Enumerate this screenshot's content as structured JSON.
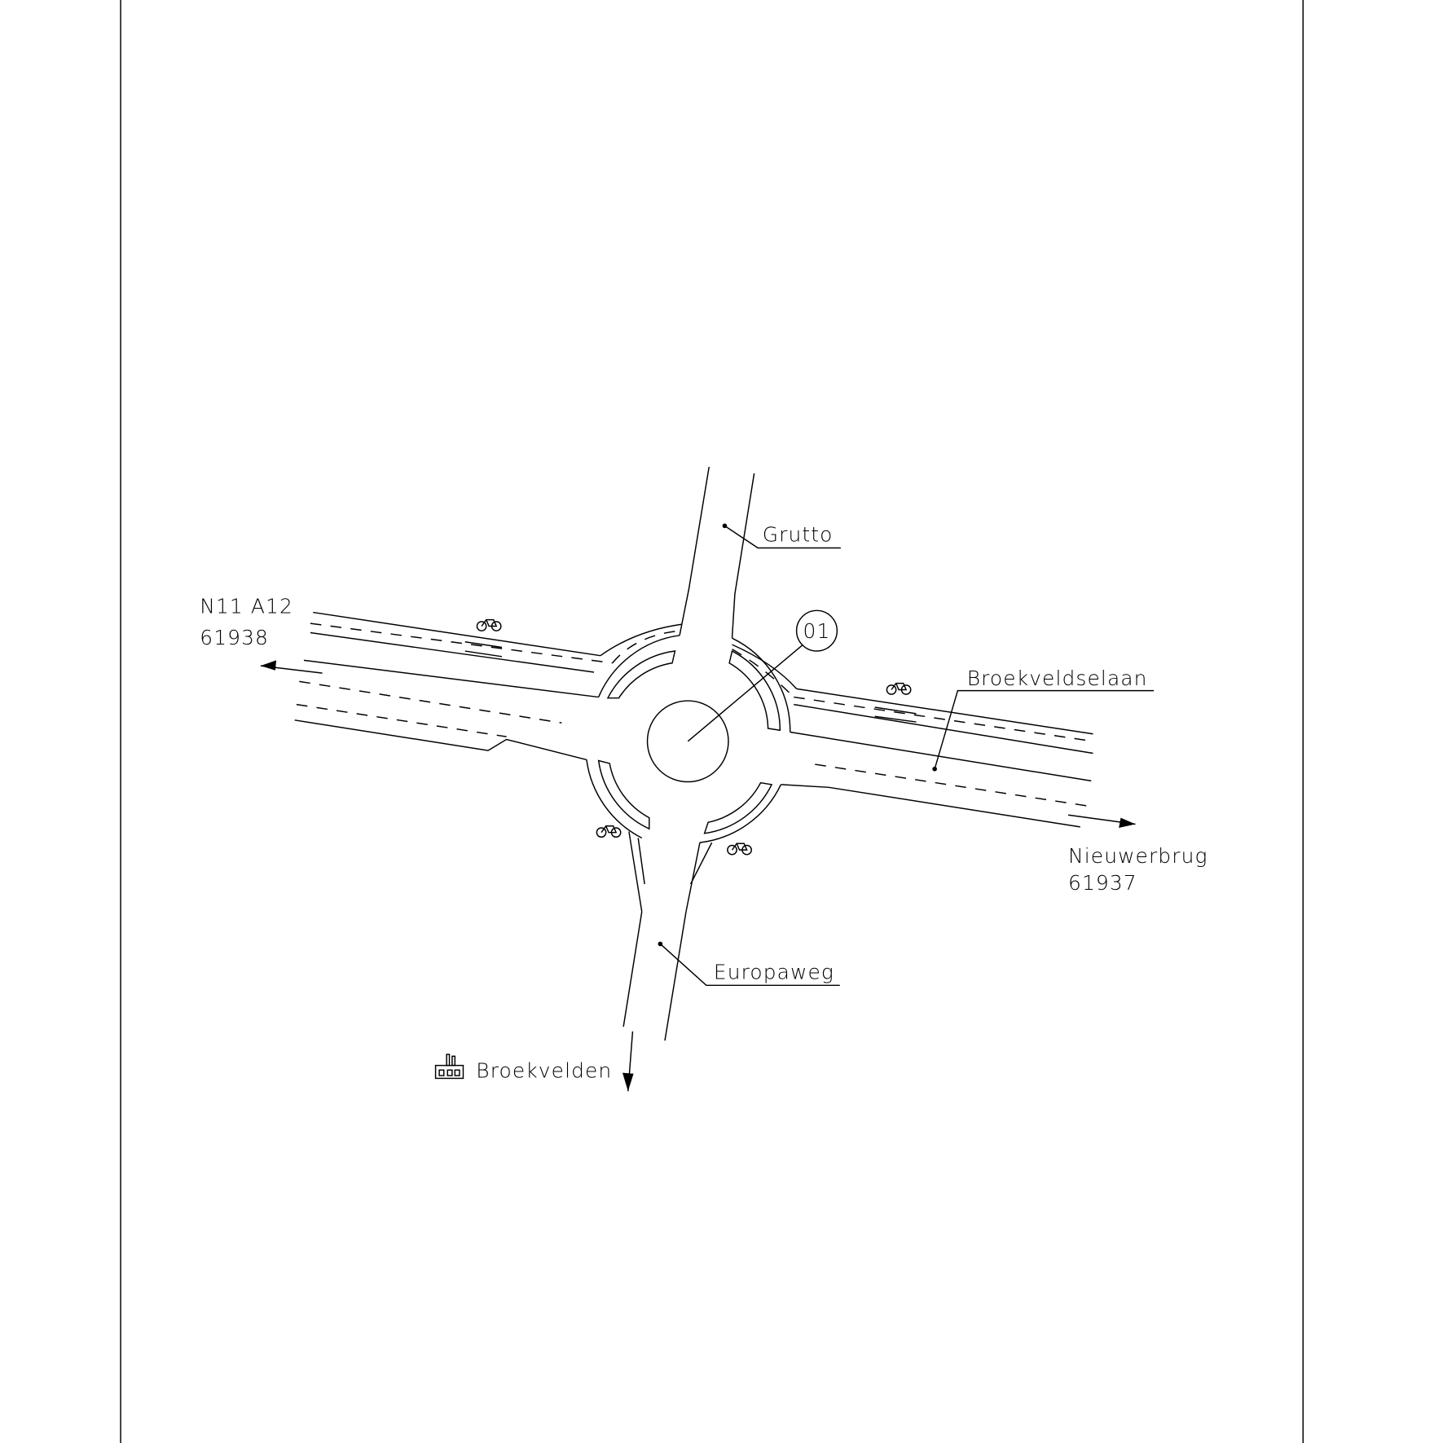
{
  "roads": {
    "north": "Grutto",
    "east": "Broekveldselaan",
    "south": "Europaweg"
  },
  "roundabout_id": "01",
  "destinations": {
    "west_line1": "N11 A12",
    "west_line2": "61938",
    "east_line1": "Nieuwerbrug",
    "east_line2": "61937",
    "south": "Broekvelden"
  },
  "icons": [
    "bicycle-icon",
    "factory-icon",
    "arrow-icon"
  ]
}
